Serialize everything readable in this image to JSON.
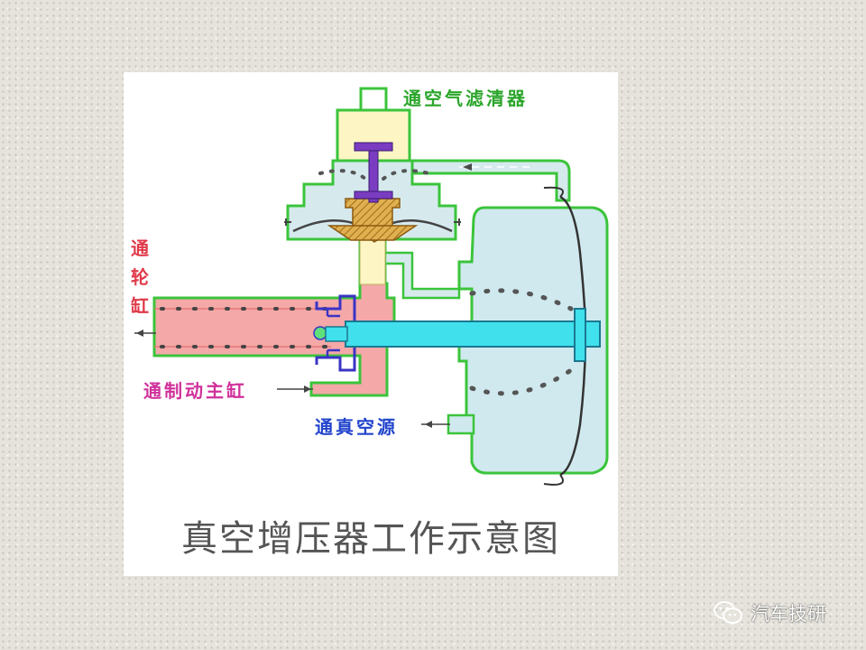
{
  "diagram": {
    "title": "真空增压器工作示意图",
    "labels": {
      "air_filter": "通空气滤清器",
      "wheel_cylinder": [
        "通",
        "轮",
        "缸"
      ],
      "master_cylinder": "通制动主缸",
      "vacuum_source": "通真空源"
    },
    "colors": {
      "outline": "#3bc43b",
      "vacuum_chamber": "#cfe9ee",
      "hydraulic": "#f4a8a8",
      "piston_rod": "#40e0ec",
      "valve_stem": "#7a3cc0",
      "air_chamber": "#fdf6c4",
      "valve_seat": "#d8a640",
      "label_red": "#e03a4a",
      "label_magenta": "#d0309a",
      "label_blue": "#2244cc",
      "label_green": "#2aa52a",
      "check_valve": "#3a34c4"
    }
  },
  "watermark": {
    "text": "汽车技研",
    "icon": "wechat-icon"
  }
}
